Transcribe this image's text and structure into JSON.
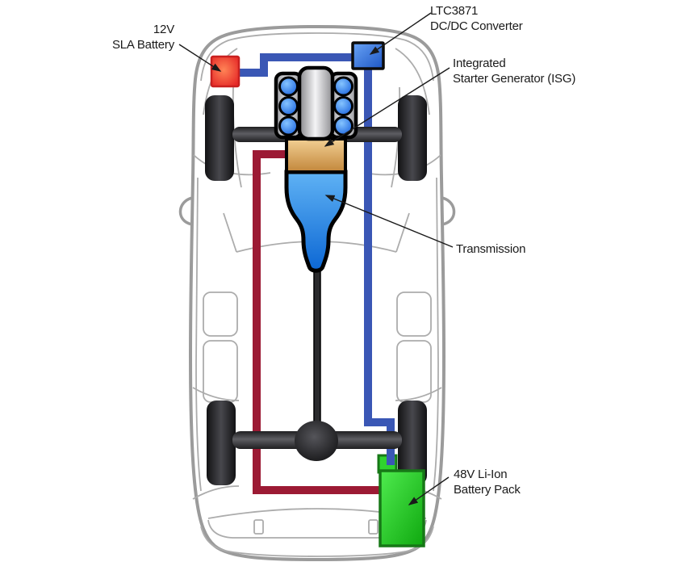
{
  "diagram": {
    "labels": {
      "sla_battery": {
        "line1": "12V",
        "line2": "SLA Battery"
      },
      "dcdc_converter": {
        "line1": "LTC3871",
        "line2": "DC/DC Converter"
      },
      "isg": {
        "line1": "Integrated",
        "line2": "Starter Generator (ISG)"
      },
      "transmission": {
        "text": "Transmission"
      },
      "liion_battery": {
        "line1": "48V Li-Ion",
        "line2": "Battery Pack"
      }
    },
    "colors": {
      "wire_48v": "#3A57B5",
      "wire_12v": "#9C1A34",
      "battery_12v": "#EE3B2E",
      "converter": "#2F7BEA",
      "battery_48v": "#2BD12B",
      "isg": "#D9A55F",
      "transmission": "#2D8FE8",
      "body_outline": "#9B9B9B",
      "trim_line": "#ACACAC",
      "text": "#1A1A1A"
    }
  }
}
